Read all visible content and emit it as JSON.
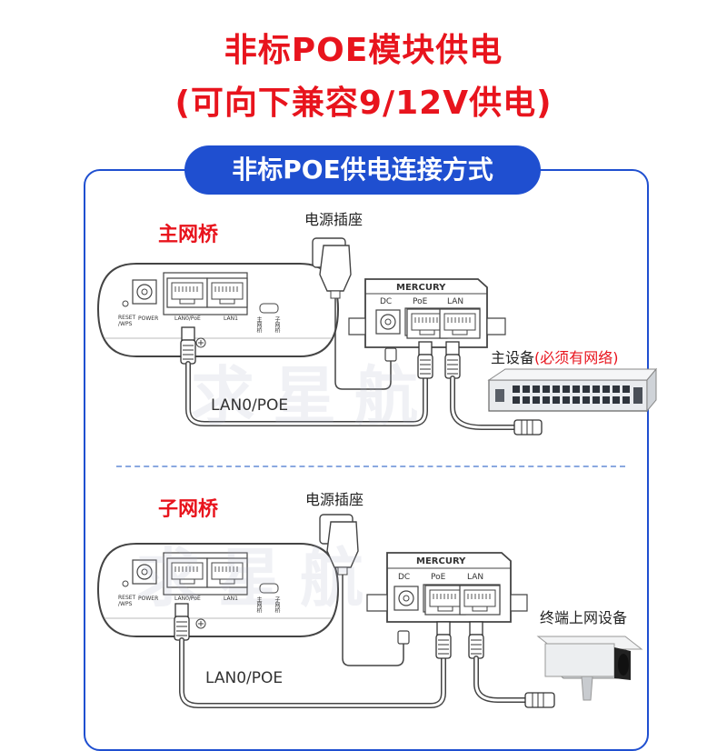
{
  "header": {
    "line1": "非标POE模块供电",
    "line2": "(可向下兼容9/12V供电)"
  },
  "section_title": "非标POE供电连接方式",
  "top": {
    "bridge_label": "主网桥",
    "outlet_label": "电源插座",
    "device_label": "主设备",
    "device_note": "(必须有网络)",
    "cable_label": "LAN0/POE"
  },
  "bottom": {
    "bridge_label": "子网桥",
    "outlet_label": "电源插座",
    "device_label": "终端上网设备",
    "cable_label": "LAN0/POE"
  },
  "bridge_ports": {
    "reset": "RESET\n/WPS",
    "power": "POWER",
    "lan0": "LAN0/PoE",
    "lan1": "LAN1",
    "master": "主网桥",
    "child": "子网桥"
  },
  "injector": {
    "brand": "MERCURY",
    "dc": "DC",
    "poe": "PoE",
    "lan": "LAN"
  },
  "watermark": "求星航",
  "colors": {
    "accent_red": "#e8141d",
    "accent_blue": "#1f4fd0"
  }
}
